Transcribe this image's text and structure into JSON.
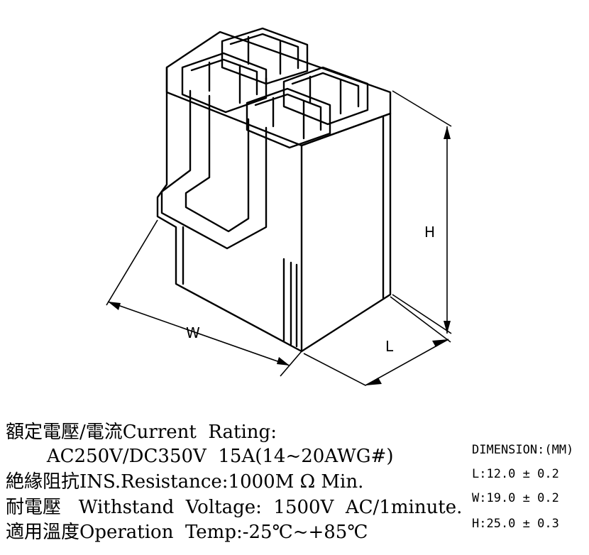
{
  "drawing": {
    "labels": {
      "height": "H",
      "width": "W",
      "length": "L"
    }
  },
  "specs": [
    "額定電壓/電流Current  Rating:",
    "       AC250V/DC350V  15A(14~20AWG#)",
    "絶緣阻抗INS.Resistance:1000M Ω Min.",
    "耐電壓   Withstand  Voltage:  1500V  AC/1minute.",
    "適用溫度Operation  Temp:-25℃~+85℃"
  ],
  "dimensions": {
    "title": "DIMENSION:(MM)",
    "items": [
      "L:12.0 ± 0.2",
      "W:19.0 ± 0.2",
      "H:25.0 ± 0.3"
    ]
  }
}
